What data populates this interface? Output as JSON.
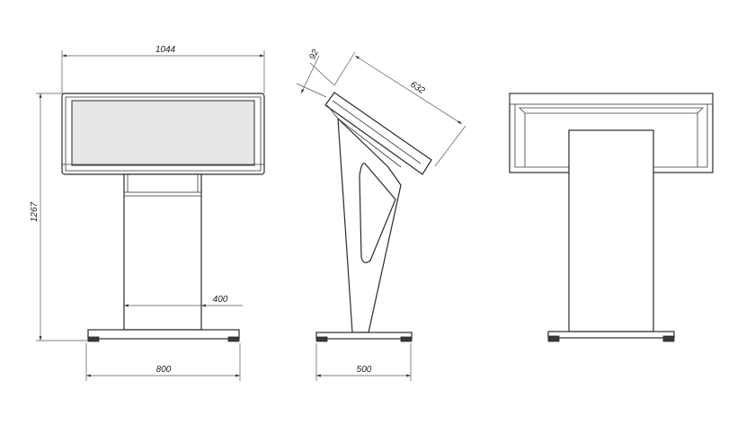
{
  "dimensions": {
    "front_width": "1044",
    "front_height": "1267",
    "front_column": "400",
    "front_base": "800",
    "side_depth": "92",
    "side_length": "632",
    "side_base": "500"
  }
}
